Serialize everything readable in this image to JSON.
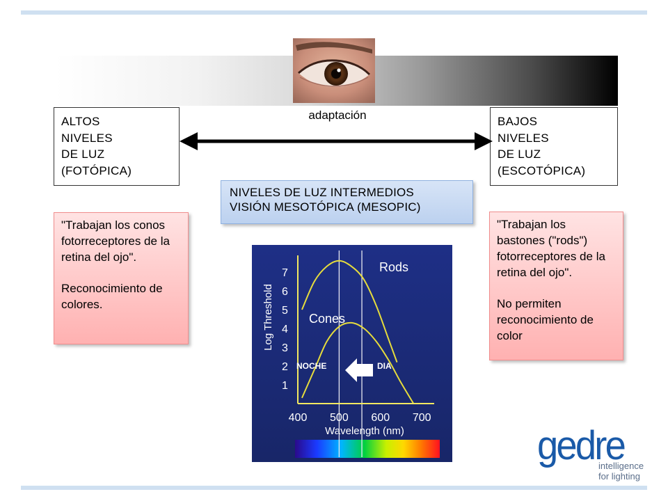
{
  "left_box": {
    "lines": [
      "ALTOS",
      "NIVELES",
      "DE LUZ",
      "(FOTÓPICA)"
    ]
  },
  "right_box": {
    "lines": [
      "BAJOS",
      "NIVELES",
      "DE LUZ",
      "(ESCOTÓPICA)"
    ]
  },
  "adaptation_label": "adaptación",
  "middle_box": {
    "line1": "NIVELES DE LUZ INTERMEDIOS",
    "line2": "VISIÓN MESOTÓPICA (MESOPIC)"
  },
  "left_note": {
    "para1": "\"Trabajan los conos fotorreceptores de la retina del ojo\".",
    "para2": "Reconocimiento de colores."
  },
  "right_note": {
    "para1": "\"Trabajan los bastones (\"rods\") fotorreceptores de la retina del ojo\".",
    "para2": "No permiten reconocimiento de color"
  },
  "logo": {
    "wordmark": "gedre",
    "tagline1": "intelligence",
    "tagline2": "for lighting",
    "color": "#1a5aa8",
    "tagline_color": "#5a6e8a"
  },
  "colors": {
    "chart_bg": "#1b2a7a",
    "curve": "#e6dc3c",
    "accent_line": "#1a5aa8"
  },
  "chart_data": {
    "type": "line",
    "title": "",
    "xlabel": "Wavelength (nm)",
    "ylabel": "Log Threshold",
    "x_ticks": [
      400,
      500,
      600,
      700
    ],
    "y_ticks": [
      1,
      2,
      3,
      4,
      5,
      6,
      7
    ],
    "xlim": [
      400,
      730
    ],
    "ylim": [
      0,
      8
    ],
    "series": [
      {
        "name": "Rods",
        "x": [
          410,
          440,
          470,
          500,
          530,
          560,
          590,
          620,
          640
        ],
        "y": [
          5.0,
          6.5,
          7.3,
          7.6,
          7.3,
          6.6,
          5.2,
          3.4,
          2.2
        ]
      },
      {
        "name": "Cones",
        "x": [
          410,
          440,
          470,
          500,
          530,
          560,
          590,
          620,
          650,
          680
        ],
        "y": [
          0.3,
          1.8,
          3.3,
          4.1,
          4.3,
          4.0,
          3.3,
          2.3,
          1.1,
          0.0
        ]
      }
    ],
    "vlines": [
      500,
      555
    ],
    "annotations": {
      "night": "NOCHE",
      "day": "DIA"
    }
  }
}
